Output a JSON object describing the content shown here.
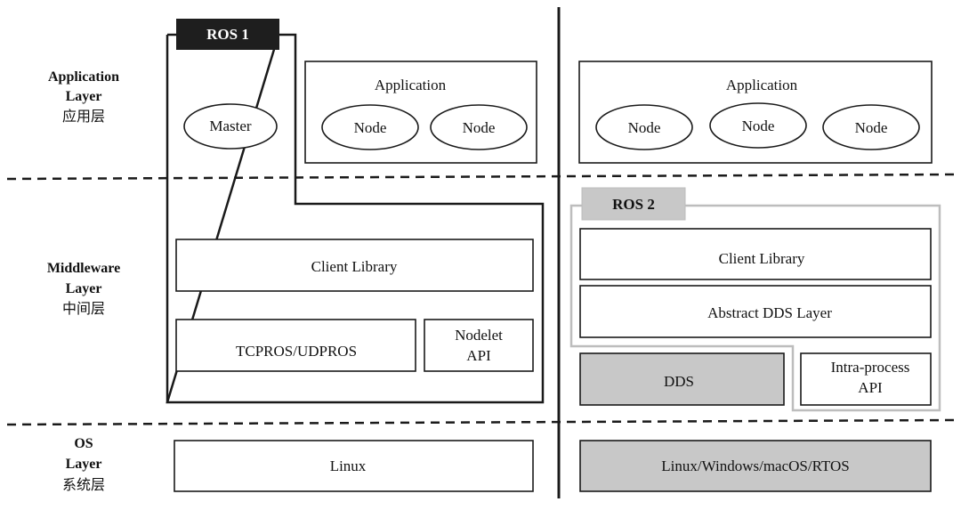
{
  "layers": {
    "application": {
      "line1": "Application",
      "line2": "Layer",
      "zh": "应用层"
    },
    "middleware": {
      "line1": "Middleware",
      "line2": "Layer",
      "zh": "中间层"
    },
    "os": {
      "line1": "OS",
      "line2": "Layer",
      "zh": "系统层"
    }
  },
  "ros1": {
    "tag": "ROS 1",
    "master": "Master",
    "application": {
      "title": "Application",
      "nodes": [
        "Node",
        "Node"
      ]
    },
    "client_library": "Client Library",
    "transport": "TCPROS/UDPROS",
    "nodelet": {
      "line1": "Nodelet",
      "line2": "API"
    },
    "os": "Linux"
  },
  "ros2": {
    "tag": "ROS 2",
    "application": {
      "title": "Application",
      "nodes": [
        "Node",
        "Node",
        "Node"
      ]
    },
    "client_library": "Client Library",
    "abstract_dds": "Abstract DDS Layer",
    "dds": "DDS",
    "intra_process": {
      "line1": "Intra-process",
      "line2": "API"
    },
    "os": "Linux/Windows/macOS/RTOS"
  },
  "colors": {
    "line": "#1a1a1a",
    "gray_fill": "#c8c8c8",
    "ros2_outline": "#bdbdbd",
    "ros1_tag": "#1e1e1e"
  }
}
